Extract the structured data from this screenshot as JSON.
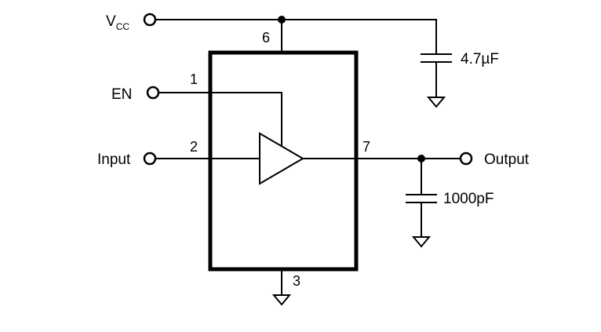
{
  "terminals": {
    "vcc": {
      "main": "V",
      "sub": "CC"
    },
    "en": "EN",
    "input": "Input",
    "output": "Output"
  },
  "pins": {
    "vcc": "6",
    "en": "1",
    "input": "2",
    "output": "7",
    "gnd": "3"
  },
  "components": {
    "supply_cap": "4.7µF",
    "output_cap": "1000pF"
  }
}
